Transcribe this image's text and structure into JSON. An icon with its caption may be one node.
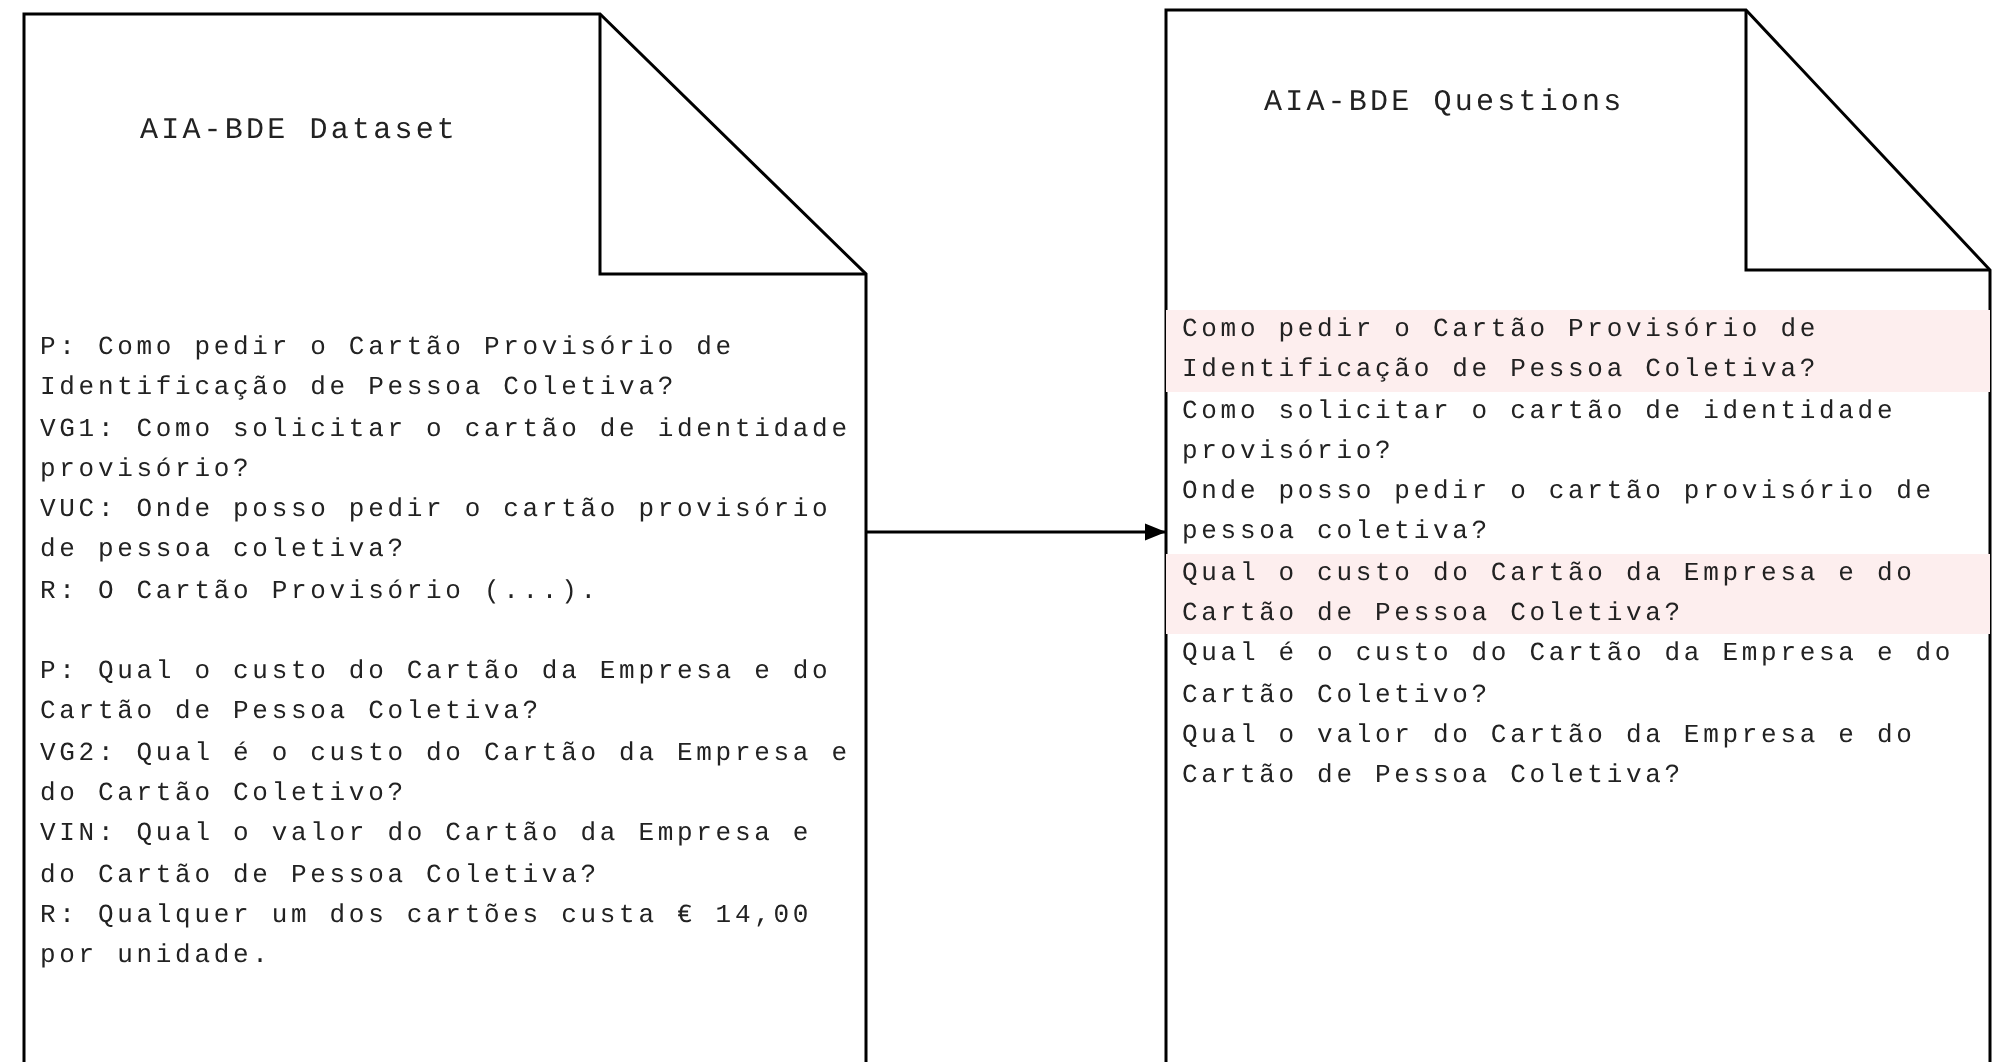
{
  "diagram": {
    "nodes": [
      {
        "text": [
          "AIA-BDE Dataset",
          "P: Como pedir o Cartão Provisório de Identificação de Pessoa Coletiva?",
          "VG1: Como solicitar o cartão de identidade provisório?",
          "VUC: Onde posso pedir o cartão provisório de pessoa coletiva?",
          "R: O Cartão Provisório (...).",
          "P: Qual o custo do Cartão da Empresa e do Cartão de Pessoa Coletiva?",
          "VG2: Qual é o custo do Cartão da Empresa e do Cartão Coletivo?",
          "VIN: Qual o valor do Cartão da Empresa e do Cartão de Pessoa Coletiva?",
          "R: Qualquer um dos cartões custa € 14,00 por unidade."
        ]
      },
      {
        "text": [
          "AIA-BDE Questions",
          "Como solicitar o cartão de identidade provisório?",
          "Onde posso pedir o cartão provisório de pessoa coletiva?",
          "Qual é o custo do Cartão da Empresa e do Cartão Coletivo?",
          "Qual o valor do Cartão da Empresa e do Cartão de Pessoa Coletiva?"
        ]
      },
      {
        "text": [
          "Como pedir o Cartão Provisório de Identificação de Pessoa Coletiva?"
        ],
        "in": 1
      },
      {
        "text": [
          "Qual o custo do Cartão da Empresa e do Cartão de Pessoa Coletiva?"
        ],
        "in": 1
      }
    ],
    "edges": [
      {
        "from": 0,
        "to": 1,
        "arrow": "to"
      }
    ]
  }
}
